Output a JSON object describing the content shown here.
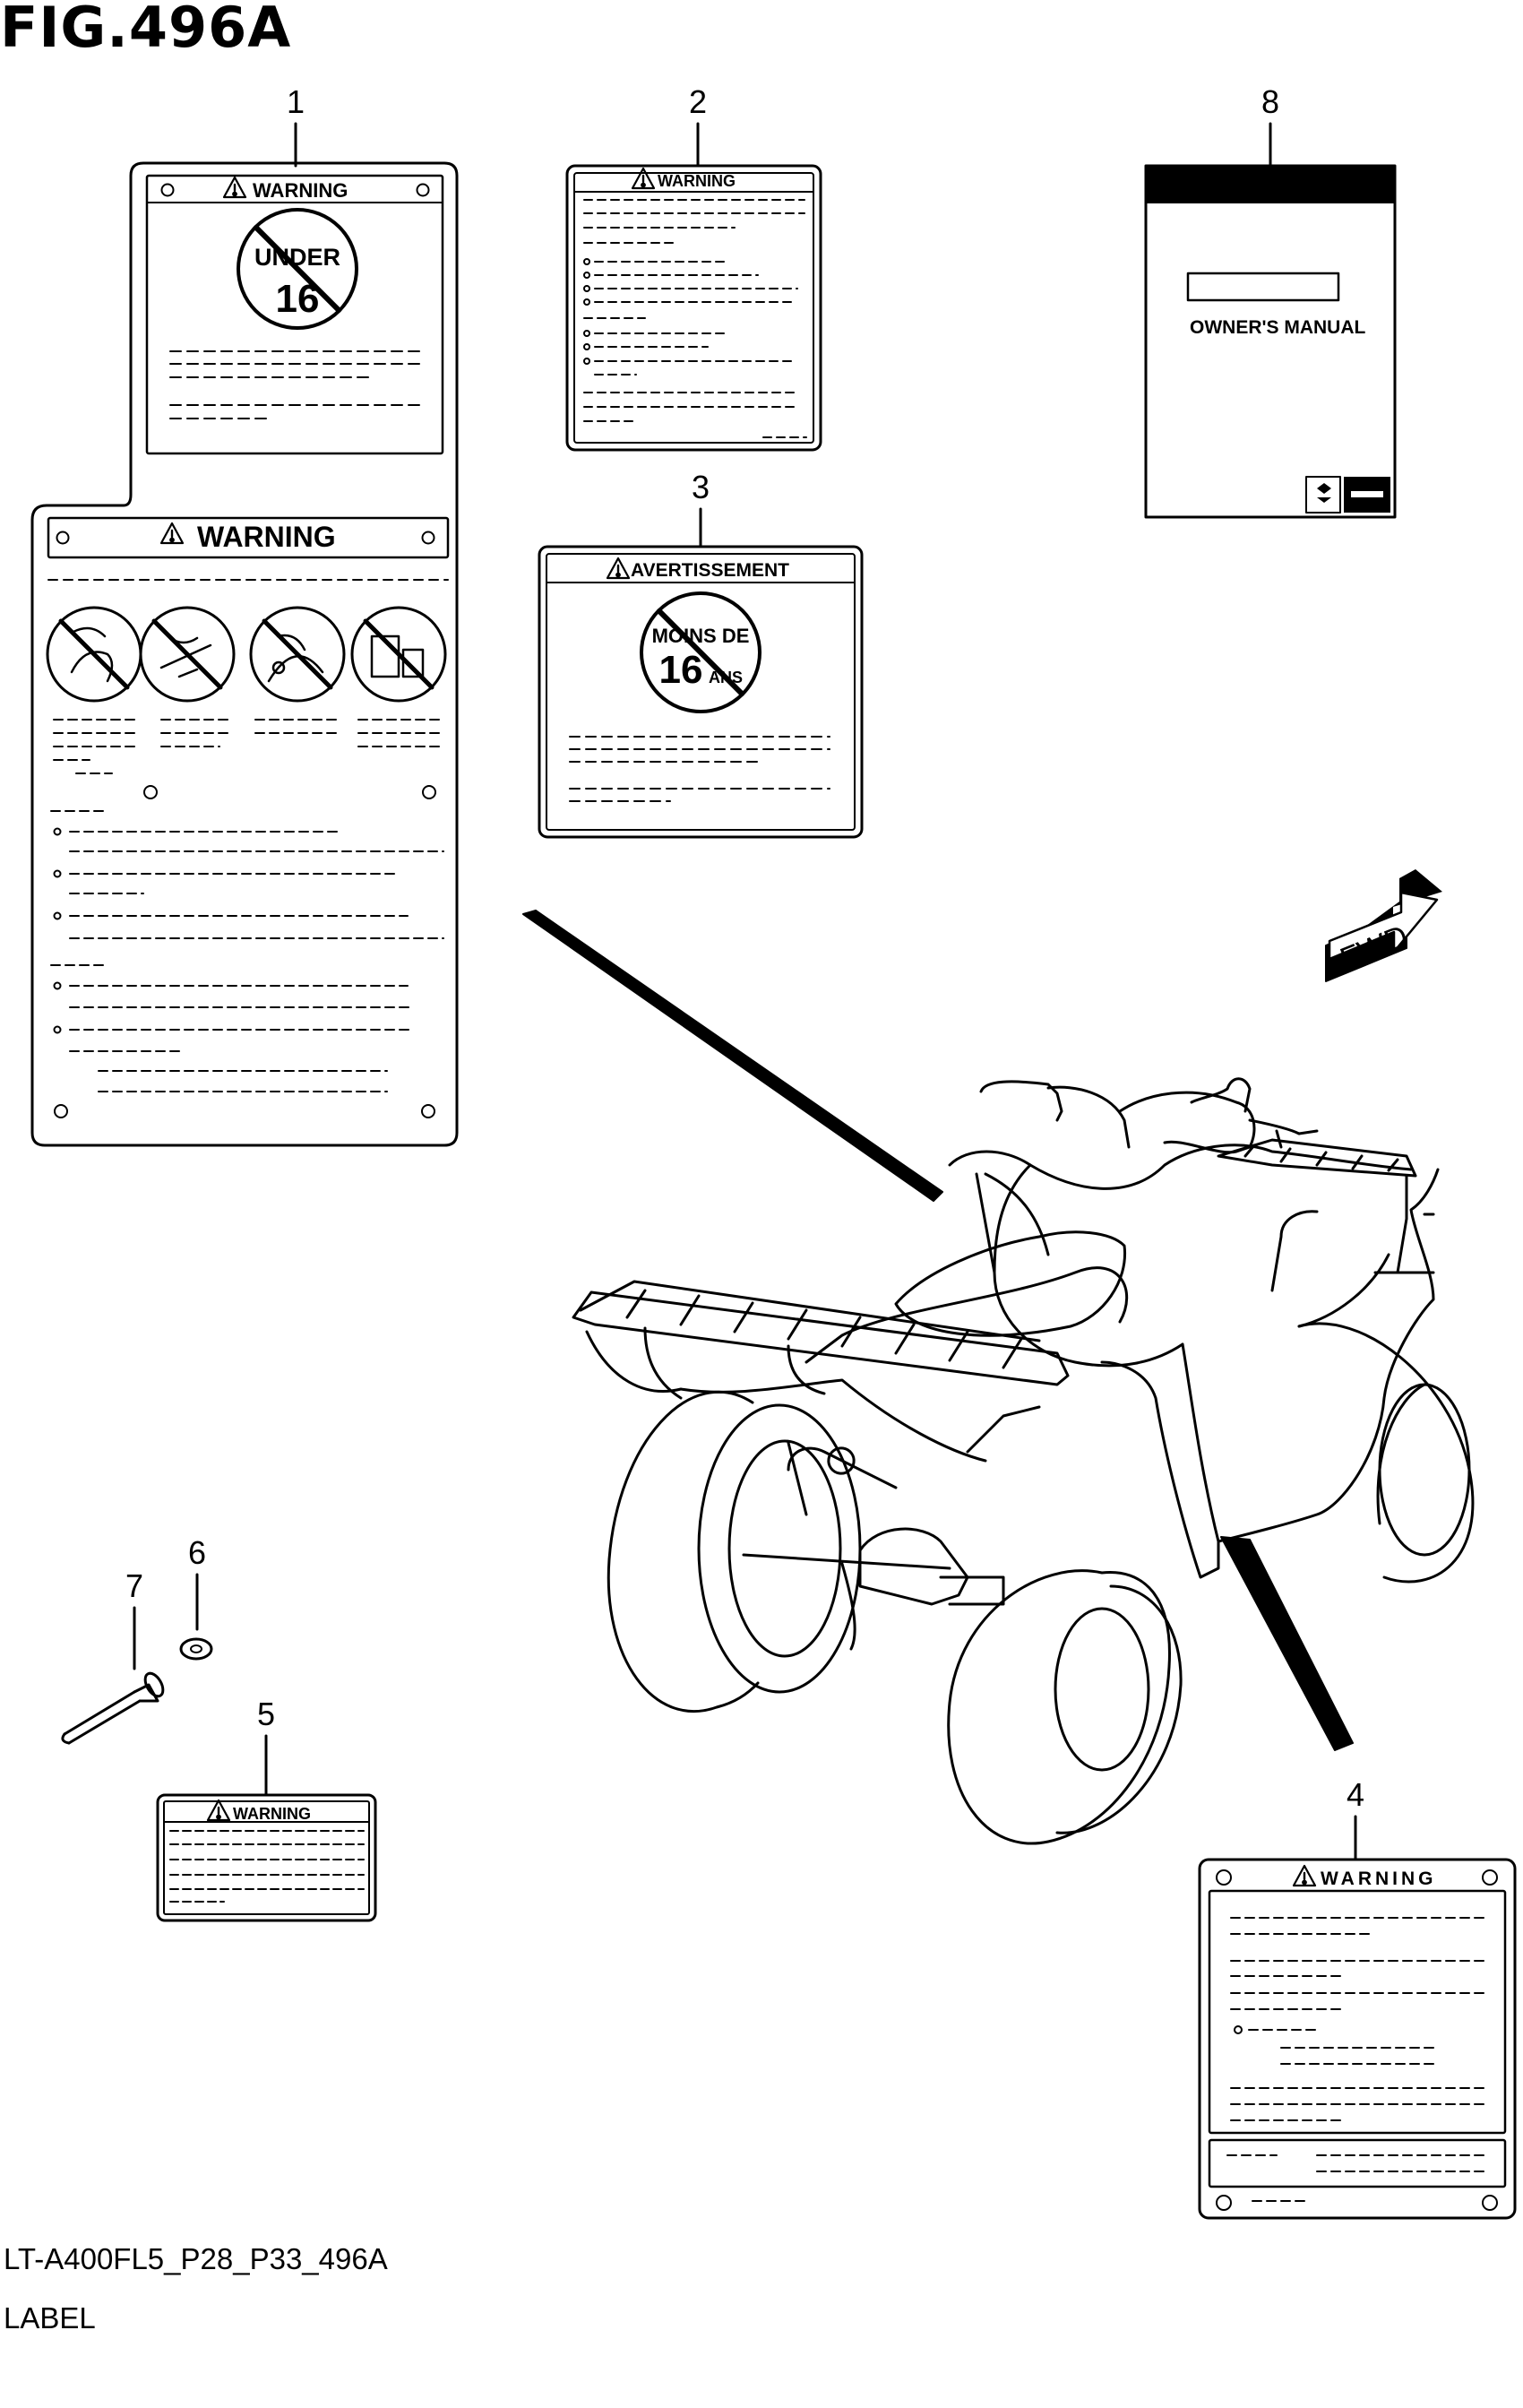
{
  "figure": {
    "title": "FIG.496A",
    "code": "LT-A400FL5_P28_P33_496A",
    "name": "LABEL"
  },
  "callouts": {
    "c1": "1",
    "c2": "2",
    "c3": "3",
    "c4": "4",
    "c5": "5",
    "c6": "6",
    "c7": "7",
    "c8": "8"
  },
  "labels": {
    "label1_top": {
      "heading": "WARNING",
      "badge_line1": "UNDER",
      "badge_line2": "16"
    },
    "label1_bottom": {
      "heading": "WARNING"
    },
    "label2": {
      "heading": "WARNING"
    },
    "label3": {
      "heading": "AVERTISSEMENT",
      "badge_line1": "MOINS DE",
      "badge_line2": "16",
      "badge_suffix": "ANS"
    },
    "label4": {
      "heading": "WARNING"
    },
    "label5": {
      "heading": "WARNING"
    },
    "manual": {
      "title": "OWNER'S MANUAL"
    }
  },
  "direction": {
    "arrow_text": "FWD"
  },
  "colors": {
    "ink": "#000000",
    "paper": "#ffffff"
  }
}
